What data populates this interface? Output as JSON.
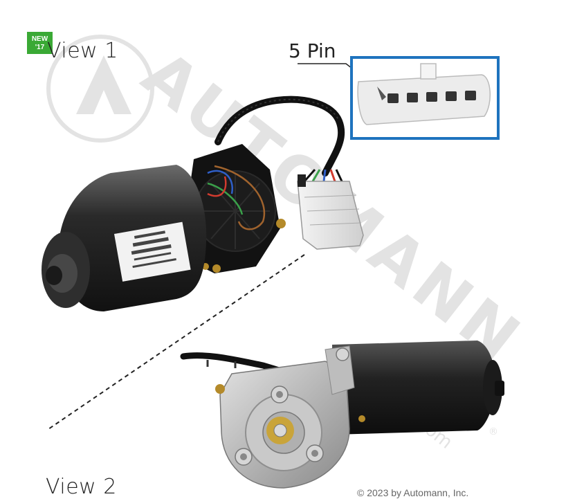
{
  "badge": {
    "line1": "NEW",
    "line2": "'17"
  },
  "views": {
    "view1": "View 1",
    "view2": "View 2"
  },
  "callout": {
    "pin_label": "5 Pin"
  },
  "watermark": {
    "text": "AUTOMANN",
    "suffix": ".com"
  },
  "copyright": "© 2023 by Automann, Inc.",
  "colors": {
    "callout_border": "#1e73be",
    "badge": "#3aa935"
  }
}
